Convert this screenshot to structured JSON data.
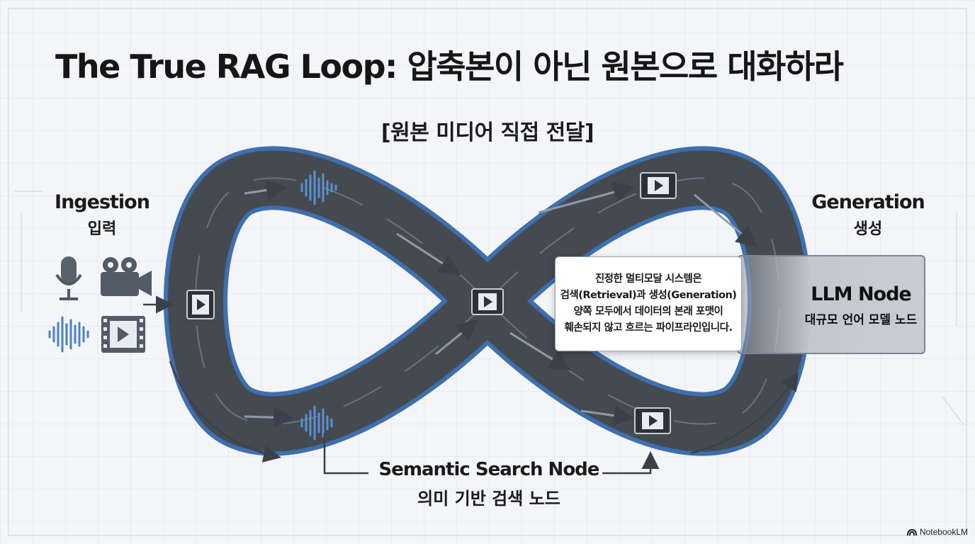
{
  "title": "The True RAG Loop: 압축본이 아닌 원본으로 대화하라",
  "subtitle": "[원본 미디어 직접 전달]",
  "ingestion": {
    "label_en": "Ingestion",
    "label_ko": "입력"
  },
  "generation": {
    "label_en": "Generation",
    "label_ko": "생성"
  },
  "search_node": {
    "label_en": "Semantic Search Node",
    "label_ko": "의미 기반 검색 노드"
  },
  "llm_node": {
    "label_en": "LLM Node",
    "label_ko": "대규모 언어 모델 노드"
  },
  "callout": {
    "lines": [
      "진정한 멀티모달 시스템은",
      "검색(Retrieval)과 생성(Generation)",
      "양쪽 모두에서 데이터의 본래 포맷이",
      "훼손되지 않고 흐르는 파이프라인입니다."
    ]
  },
  "branding": {
    "text": "NotebookLM"
  },
  "colors": {
    "track": "#43484e",
    "track_edge": "#4f76a8",
    "accent_blue": "#5b8fd3",
    "icon": "#525b66"
  },
  "icons": [
    "microphone-icon",
    "video-camera-icon",
    "audio-wave-icon",
    "video-frame-icon",
    "arrow-icon"
  ]
}
